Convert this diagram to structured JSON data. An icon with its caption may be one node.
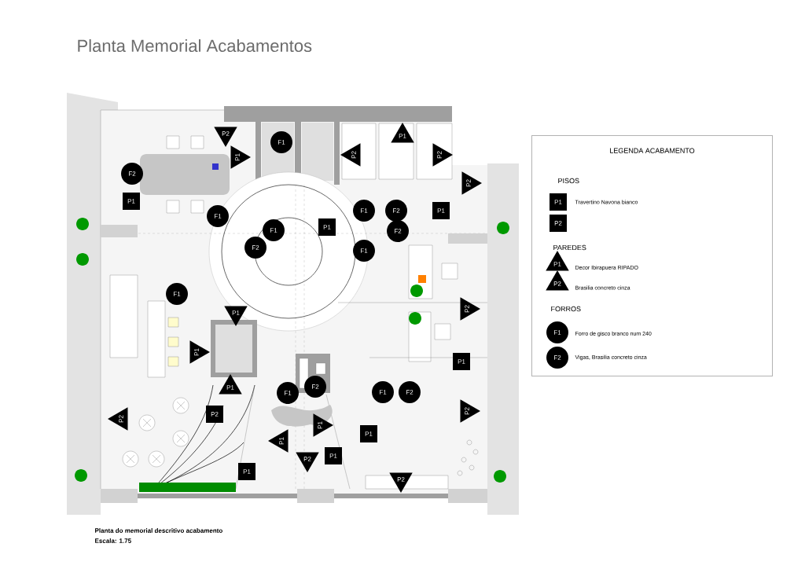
{
  "diagram": {
    "title": "Planta Memorial Acabamentos",
    "caption": "Planta do memorial descritivo acabamento",
    "nodes": [
      {
        "text": [
          "P2"
        ]
      },
      {
        "text": [
          "P1"
        ]
      },
      {
        "text": [
          "F1"
        ]
      },
      {
        "text": [
          "P2"
        ]
      },
      {
        "text": [
          "P1"
        ]
      },
      {
        "text": [
          "P2"
        ]
      },
      {
        "text": [
          "F2"
        ]
      },
      {
        "text": [
          "P2"
        ]
      },
      {
        "text": [
          "P1"
        ]
      },
      {
        "text": [
          "F1"
        ]
      },
      {
        "text": [
          "F2"
        ]
      },
      {
        "text": [
          "P1"
        ]
      },
      {
        "text": [
          "F1"
        ]
      },
      {
        "text": [
          "P1"
        ]
      },
      {
        "text": [
          "F1"
        ]
      },
      {
        "text": [
          "F2"
        ]
      },
      {
        "text": [
          "F2"
        ]
      },
      {
        "text": [
          "F1"
        ]
      },
      {
        "text": [
          "F1"
        ]
      },
      {
        "text": [
          "P2"
        ]
      },
      {
        "text": [
          "P1"
        ]
      },
      {
        "text": [
          "P1"
        ]
      },
      {
        "text": [
          "P1"
        ]
      },
      {
        "text": [
          "F2"
        ]
      },
      {
        "text": [
          "P1"
        ]
      },
      {
        "text": [
          "F1"
        ]
      },
      {
        "text": [
          "F1"
        ]
      },
      {
        "text": [
          "F2"
        ]
      },
      {
        "text": [
          "P2"
        ]
      },
      {
        "text": [
          "P2"
        ]
      },
      {
        "text": [
          "P2"
        ]
      },
      {
        "text": [
          "P1"
        ]
      },
      {
        "text": [
          "P1"
        ]
      },
      {
        "text": [
          "P1"
        ]
      },
      {
        "text": [
          "P1"
        ]
      },
      {
        "text": [
          "P2"
        ]
      },
      {
        "text": [
          "P1"
        ]
      },
      {
        "text": [
          "P2"
        ]
      },
      {
        "text": [
          "LEGENDA ACABAMENTO"
        ]
      },
      {
        "text": [
          "P1"
        ],
        "in": 38
      },
      {
        "text": [
          "P2"
        ],
        "in": 38
      },
      {
        "text": [
          "P1"
        ],
        "in": 38
      },
      {
        "text": [
          "P2"
        ],
        "in": 38
      },
      {
        "text": [
          "F1"
        ],
        "in": 38
      },
      {
        "text": [
          "F2"
        ],
        "in": 38
      }
    ],
    "labels": [
      "PISOS",
      "PAREDES",
      "FORROS",
      "Escala: 1.75"
    ],
    "legend": [
      {
        "text": "Travertino Navona bianco"
      },
      {
        "text": "Decor Ibirapuera RIPADO"
      },
      {
        "text": "Brasilia concreto cinza"
      },
      {
        "text": "Forro de gisco branco num 240"
      },
      {
        "text": "Vigas, Brasilia concreto cinza"
      }
    ]
  }
}
